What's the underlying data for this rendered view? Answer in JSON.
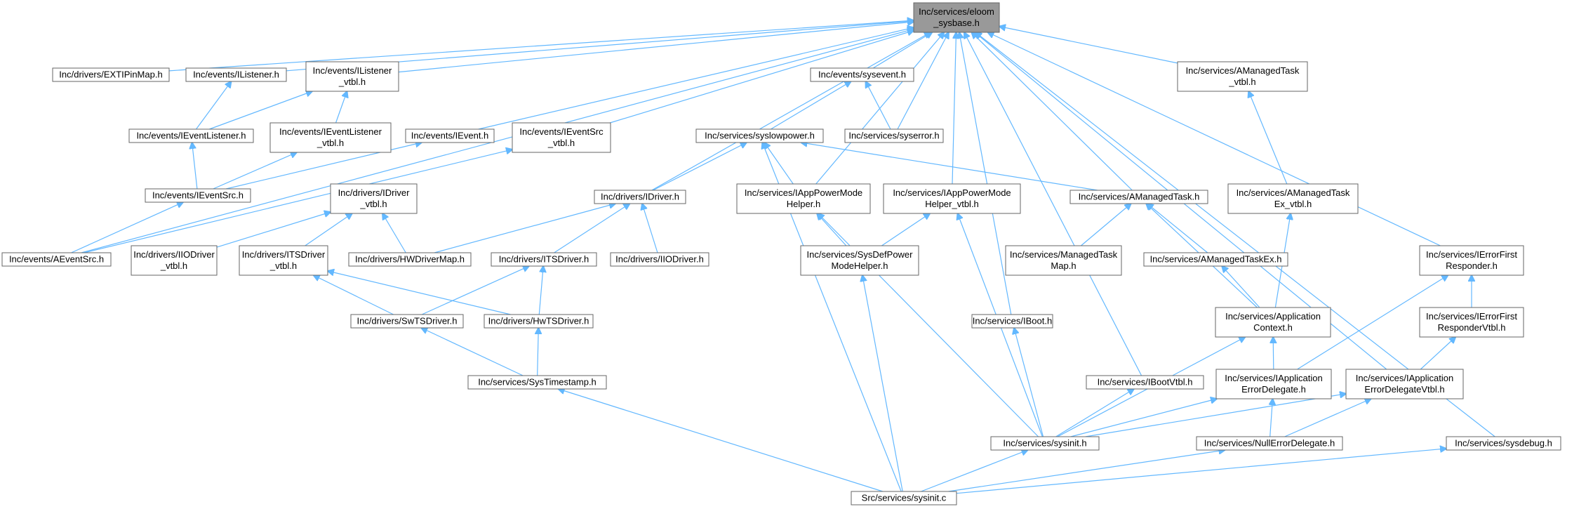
{
  "diagram": {
    "nodes": [
      {
        "id": "sysbase",
        "lines": [
          "Inc/services/eloom",
          "_sysbase.h"
        ],
        "root": true
      },
      {
        "id": "extipinmap",
        "lines": [
          "Inc/drivers/EXTIPinMap.h"
        ]
      },
      {
        "id": "ilistener",
        "lines": [
          "Inc/events/IListener.h"
        ]
      },
      {
        "id": "ilistener_vtbl",
        "lines": [
          "Inc/events/IListener",
          "_vtbl.h"
        ]
      },
      {
        "id": "sysevent",
        "lines": [
          "Inc/events/sysevent.h"
        ]
      },
      {
        "id": "amanagedtask_vtbl",
        "lines": [
          "Inc/services/AManagedTask",
          "_vtbl.h"
        ]
      },
      {
        "id": "ieventlistener",
        "lines": [
          "Inc/events/IEventListener.h"
        ]
      },
      {
        "id": "ieventlistener_vtbl",
        "lines": [
          "Inc/events/IEventListener",
          "_vtbl.h"
        ]
      },
      {
        "id": "ievent",
        "lines": [
          "Inc/events/IEvent.h"
        ]
      },
      {
        "id": "ieventsrc_vtbl",
        "lines": [
          "Inc/events/IEventSrc",
          "_vtbl.h"
        ]
      },
      {
        "id": "syslowpower",
        "lines": [
          "Inc/services/syslowpower.h"
        ]
      },
      {
        "id": "syserror",
        "lines": [
          "Inc/services/syserror.h"
        ]
      },
      {
        "id": "ieventsrc",
        "lines": [
          "Inc/events/IEventSrc.h"
        ]
      },
      {
        "id": "idriver_vtbl",
        "lines": [
          "Inc/drivers/IDriver",
          "_vtbl.h"
        ]
      },
      {
        "id": "idriver",
        "lines": [
          "Inc/drivers/IDriver.h"
        ]
      },
      {
        "id": "iapppowermodehelper",
        "lines": [
          "Inc/services/IAppPowerMode",
          "Helper.h"
        ]
      },
      {
        "id": "iapppowermodehelper_vtbl",
        "lines": [
          "Inc/services/IAppPowerMode",
          "Helper_vtbl.h"
        ]
      },
      {
        "id": "amanagedtask",
        "lines": [
          "Inc/services/AManagedTask.h"
        ]
      },
      {
        "id": "amanagedtaskex_vtbl",
        "lines": [
          "Inc/services/AManagedTask",
          "Ex_vtbl.h"
        ]
      },
      {
        "id": "aeventsrc",
        "lines": [
          "Inc/events/AEventSrc.h"
        ]
      },
      {
        "id": "iiodriver_vtbl",
        "lines": [
          "Inc/drivers/IIODriver",
          "_vtbl.h"
        ]
      },
      {
        "id": "itsdriver_vtbl",
        "lines": [
          "Inc/drivers/ITSDriver",
          "_vtbl.h"
        ]
      },
      {
        "id": "hwdrivermap",
        "lines": [
          "Inc/drivers/HWDriverMap.h"
        ]
      },
      {
        "id": "itsdriver",
        "lines": [
          "Inc/drivers/ITSDriver.h"
        ]
      },
      {
        "id": "iiodriver",
        "lines": [
          "Inc/drivers/IIODriver.h"
        ]
      },
      {
        "id": "sysdefpowermodehelper",
        "lines": [
          "Inc/services/SysDefPower",
          "ModeHelper.h"
        ]
      },
      {
        "id": "managedtaskmap",
        "lines": [
          "Inc/services/ManagedTask",
          "Map.h"
        ]
      },
      {
        "id": "amanagedtaskex",
        "lines": [
          "Inc/services/AManagedTaskEx.h"
        ]
      },
      {
        "id": "ierrorfirstresponder",
        "lines": [
          "Inc/services/IErrorFirst",
          "Responder.h"
        ]
      },
      {
        "id": "swtsdriver",
        "lines": [
          "Inc/drivers/SwTSDriver.h"
        ]
      },
      {
        "id": "hwtsdriver",
        "lines": [
          "Inc/drivers/HwTSDriver.h"
        ]
      },
      {
        "id": "iboot",
        "lines": [
          "Inc/services/IBoot.h"
        ]
      },
      {
        "id": "applicationcontext",
        "lines": [
          "Inc/services/Application",
          "Context.h"
        ]
      },
      {
        "id": "ierrorfirstrespondervtbl",
        "lines": [
          "Inc/services/IErrorFirst",
          "ResponderVtbl.h"
        ]
      },
      {
        "id": "systimestamp",
        "lines": [
          "Inc/services/SysTimestamp.h"
        ]
      },
      {
        "id": "ibootvtbl",
        "lines": [
          "Inc/services/IBootVtbl.h"
        ]
      },
      {
        "id": "iapplicationerrordelegate",
        "lines": [
          "Inc/services/IApplication",
          "ErrorDelegate.h"
        ]
      },
      {
        "id": "iapplicationerrordelegatevtbl",
        "lines": [
          "Inc/services/IApplication",
          "ErrorDelegateVtbl.h"
        ]
      },
      {
        "id": "sysinit_h",
        "lines": [
          "Inc/services/sysinit.h"
        ]
      },
      {
        "id": "nullerrordelegate",
        "lines": [
          "Inc/services/NullErrorDelegate.h"
        ]
      },
      {
        "id": "sysdebug",
        "lines": [
          "Inc/services/sysdebug.h"
        ]
      },
      {
        "id": "sysinit_c",
        "lines": [
          "Src/services/sysinit.c"
        ]
      }
    ],
    "edges": [
      [
        "extipinmap",
        "sysbase"
      ],
      [
        "ilistener",
        "sysbase"
      ],
      [
        "ilistener_vtbl",
        "sysbase"
      ],
      [
        "sysevent",
        "sysbase"
      ],
      [
        "amanagedtask_vtbl",
        "sysbase"
      ],
      [
        "ievent",
        "sysbase"
      ],
      [
        "ieventsrc_vtbl",
        "sysbase"
      ],
      [
        "syserror",
        "sysbase"
      ],
      [
        "aeventsrc",
        "sysbase"
      ],
      [
        "idriver",
        "sysbase"
      ],
      [
        "iapppowermodehelper",
        "sysbase"
      ],
      [
        "iapppowermodehelper_vtbl",
        "sysbase"
      ],
      [
        "amanagedtask",
        "sysbase"
      ],
      [
        "iboot",
        "sysbase"
      ],
      [
        "ibootvtbl",
        "sysbase"
      ],
      [
        "ierrorfirstresponder",
        "sysbase"
      ],
      [
        "iapplicationerrordelegatevtbl",
        "sysbase"
      ],
      [
        "sysdebug",
        "sysbase"
      ],
      [
        "ieventlistener",
        "ilistener"
      ],
      [
        "ieventlistener",
        "ilistener_vtbl"
      ],
      [
        "ieventlistener_vtbl",
        "ilistener_vtbl"
      ],
      [
        "syslowpower",
        "sysevent"
      ],
      [
        "syserror",
        "sysevent"
      ],
      [
        "amanagedtaskex_vtbl",
        "amanagedtask_vtbl"
      ],
      [
        "ieventsrc",
        "ieventlistener"
      ],
      [
        "ieventsrc",
        "ieventlistener_vtbl"
      ],
      [
        "ieventsrc",
        "ievent"
      ],
      [
        "aeventsrc",
        "ieventsrc"
      ],
      [
        "aeventsrc",
        "ieventsrc_vtbl"
      ],
      [
        "idriver",
        "syslowpower"
      ],
      [
        "iapppowermodehelper",
        "syslowpower"
      ],
      [
        "amanagedtask",
        "syslowpower"
      ],
      [
        "sysinit_c",
        "syslowpower"
      ],
      [
        "iiodriver_vtbl",
        "idriver_vtbl"
      ],
      [
        "itsdriver_vtbl",
        "idriver_vtbl"
      ],
      [
        "hwdrivermap",
        "idriver_vtbl"
      ],
      [
        "hwdrivermap",
        "idriver"
      ],
      [
        "itsdriver",
        "idriver"
      ],
      [
        "iiodriver",
        "idriver"
      ],
      [
        "sysdefpowermodehelper",
        "iapppowermodehelper"
      ],
      [
        "sysinit_h",
        "iapppowermodehelper"
      ],
      [
        "sysdefpowermodehelper",
        "iapppowermodehelper_vtbl"
      ],
      [
        "sysinit_h",
        "iapppowermodehelper_vtbl"
      ],
      [
        "managedtaskmap",
        "amanagedtask"
      ],
      [
        "amanagedtaskex",
        "amanagedtask"
      ],
      [
        "applicationcontext",
        "amanagedtask"
      ],
      [
        "applicationcontext",
        "amanagedtaskex_vtbl"
      ],
      [
        "swtsdriver",
        "itsdriver_vtbl"
      ],
      [
        "hwtsdriver",
        "itsdriver_vtbl"
      ],
      [
        "swtsdriver",
        "itsdriver"
      ],
      [
        "hwtsdriver",
        "itsdriver"
      ],
      [
        "sysinit_c",
        "sysdefpowermodehelper"
      ],
      [
        "applicationcontext",
        "amanagedtaskex"
      ],
      [
        "iapplicationerrordelegate",
        "ierrorfirstresponder"
      ],
      [
        "ierrorfirstrespondervtbl",
        "ierrorfirstresponder"
      ],
      [
        "systimestamp",
        "swtsdriver"
      ],
      [
        "systimestamp",
        "hwtsdriver"
      ],
      [
        "sysinit_h",
        "iboot"
      ],
      [
        "sysinit_h",
        "applicationcontext"
      ],
      [
        "iapplicationerrordelegate",
        "applicationcontext"
      ],
      [
        "iapplicationerrordelegatevtbl",
        "ierrorfirstrespondervtbl"
      ],
      [
        "sysinit_c",
        "systimestamp"
      ],
      [
        "sysinit_h",
        "ibootvtbl"
      ],
      [
        "sysinit_h",
        "iapplicationerrordelegate"
      ],
      [
        "nullerrordelegate",
        "iapplicationerrordelegate"
      ],
      [
        "sysinit_h",
        "iapplicationerrordelegatevtbl"
      ],
      [
        "nullerrordelegate",
        "iapplicationerrordelegatevtbl"
      ],
      [
        "sysinit_c",
        "sysinit_h"
      ],
      [
        "sysinit_c",
        "nullerrordelegate"
      ],
      [
        "sysinit_c",
        "sysdebug"
      ]
    ]
  }
}
